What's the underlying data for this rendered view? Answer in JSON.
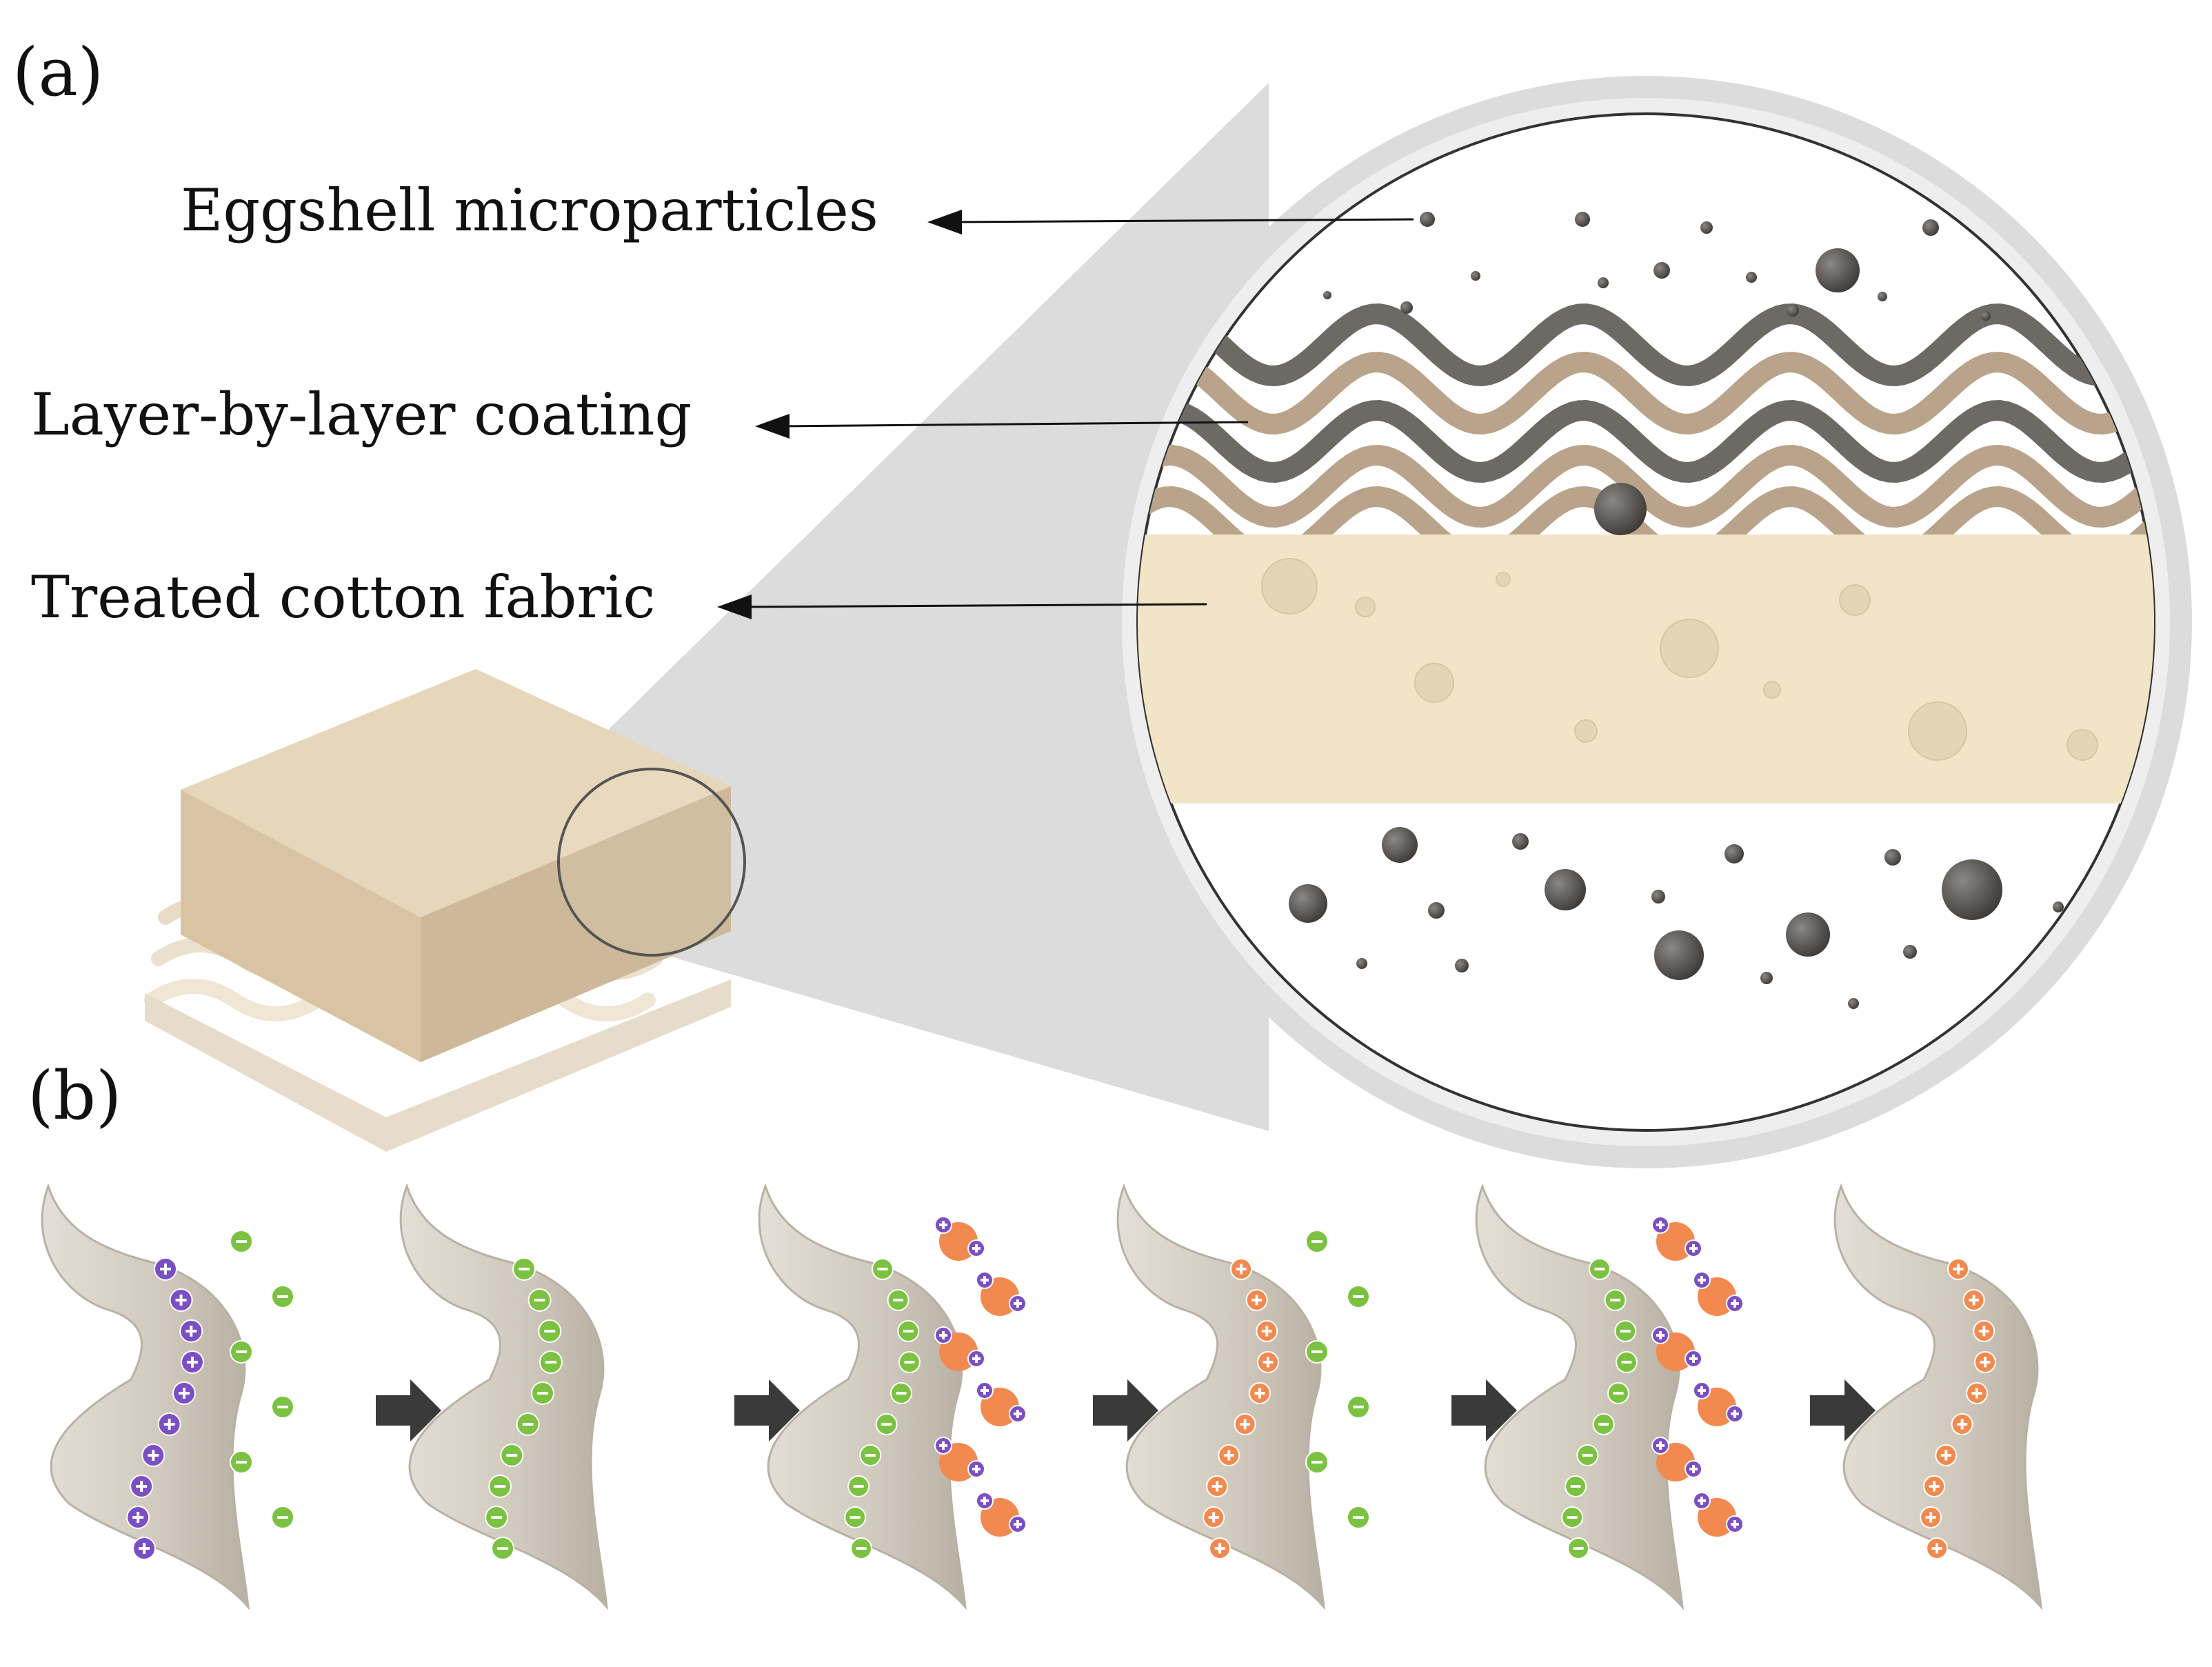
{
  "panel_a": {
    "label": "(a)",
    "callouts": [
      {
        "id": "eggshell",
        "text": "Eggshell microparticles"
      },
      {
        "id": "lbl",
        "text": "Layer-by-layer coating"
      },
      {
        "id": "cotton",
        "text": "Treated cotton fabric"
      }
    ]
  },
  "panel_b": {
    "label": "(b)",
    "stages": 6,
    "arrows": 5
  },
  "colors": {
    "fabric": "#f1e3c6",
    "fabric_block": "#e7d6b8",
    "dark_layer": "#6d6a66",
    "tan_layer": "#b9a48b",
    "particle": "#595552",
    "magnifier_ring": "#d9d9d9",
    "cone": "#dadada",
    "fiber": "#d8d2c8",
    "cation": "#7b4fc4",
    "anion": "#7cc242",
    "particle_orange": "#f28a50",
    "step_arrow": "#3a3a3a"
  },
  "icons": {
    "step_arrow": "right-arrow-icon",
    "cation": "plus-bead-icon",
    "anion": "minus-bead-icon"
  }
}
